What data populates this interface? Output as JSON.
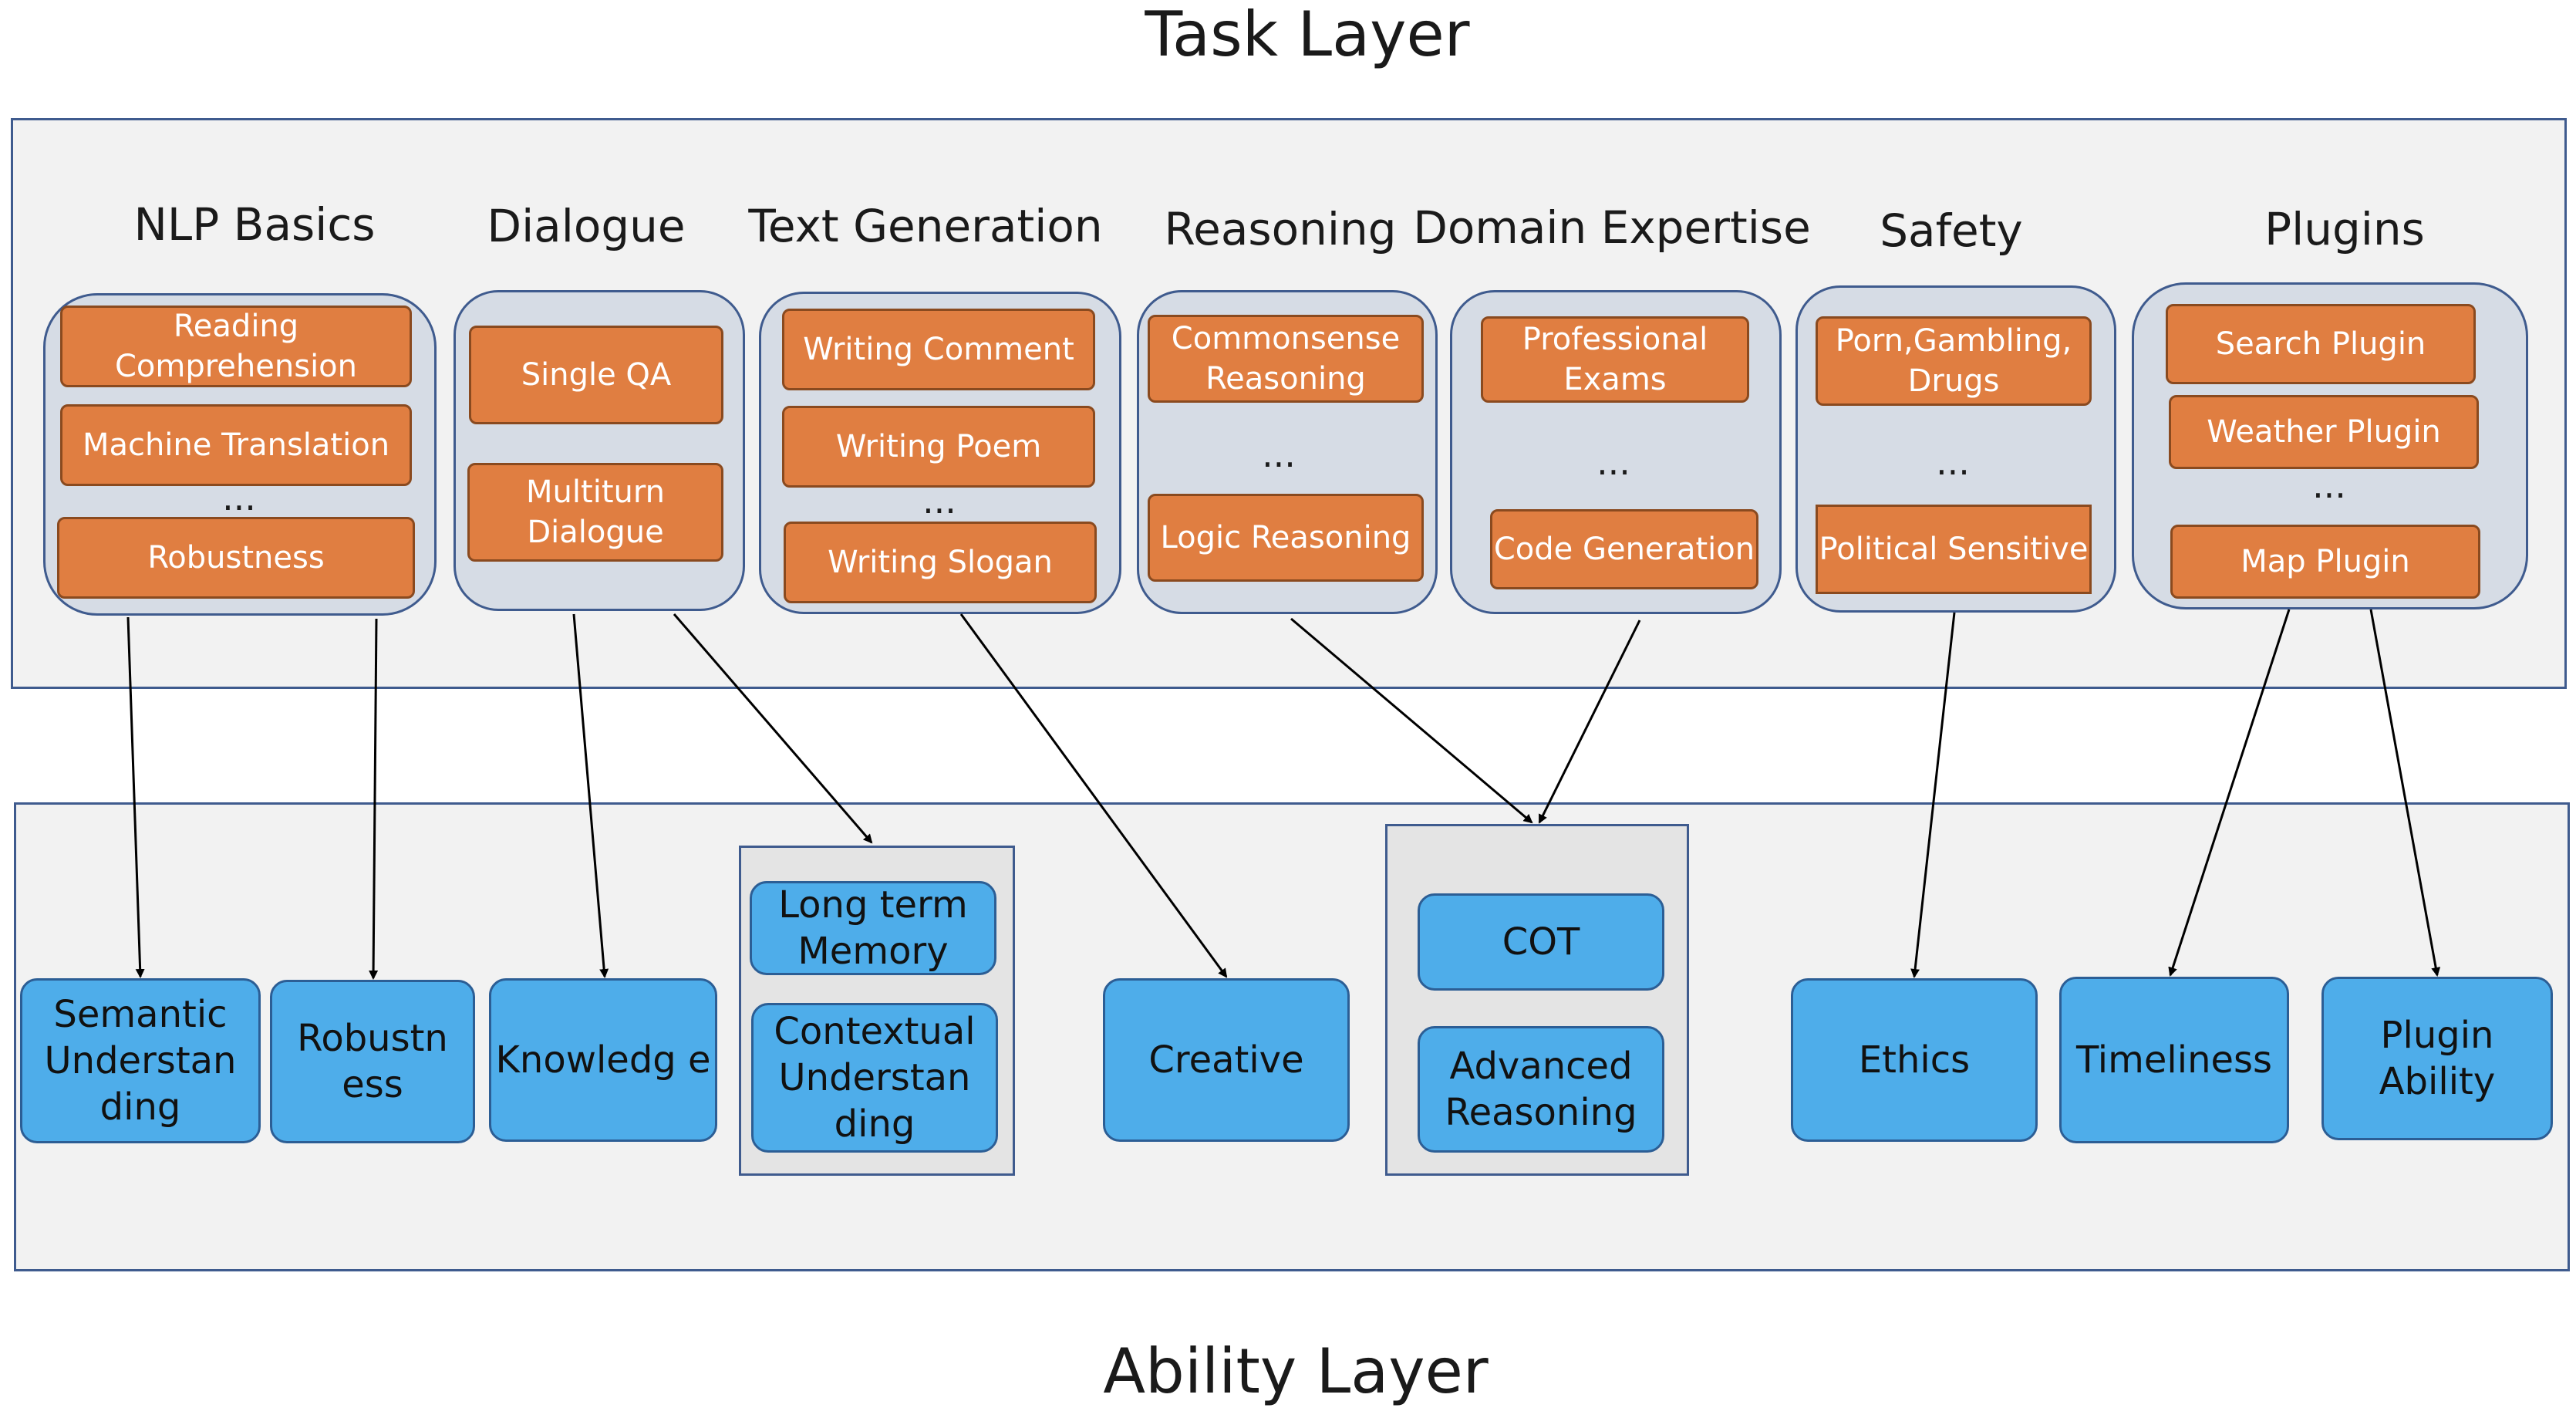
{
  "task_layer_title": "Task Layer",
  "ability_layer_title": "Ability Layer",
  "categories": {
    "nlp_basics": {
      "title": "NLP Basics",
      "items": [
        "Reading Comprehension",
        "Machine Translation",
        "Robustness"
      ],
      "ellipsis": "..."
    },
    "dialogue": {
      "title": "Dialogue",
      "items": [
        "Single QA",
        "Multiturn Dialogue"
      ]
    },
    "text_generation": {
      "title": "Text Generation",
      "items": [
        "Writing Comment",
        "Writing Poem",
        "Writing Slogan"
      ],
      "ellipsis": "..."
    },
    "reasoning": {
      "title": "Reasoning",
      "items": [
        "Commonsense Reasoning",
        "Logic Reasoning"
      ],
      "ellipsis": "..."
    },
    "domain_expertise": {
      "title": "Domain Expertise",
      "items": [
        "Professional Exams",
        "Code Generation"
      ],
      "ellipsis": "..."
    },
    "safety": {
      "title": "Safety",
      "items": [
        "Porn,Gambling, Drugs",
        "Political Sensitive"
      ],
      "ellipsis": "..."
    },
    "plugins": {
      "title": "Plugins",
      "items": [
        "Search Plugin",
        "Weather Plugin",
        "Map Plugin"
      ],
      "ellipsis": "..."
    }
  },
  "abilities": {
    "semantic_understanding": "Semantic Understan ding",
    "robustness": "Robustn ess",
    "knowledge": "Knowledg e",
    "long_term_memory": "Long term Memory",
    "contextual_understanding": "Contextual Understan ding",
    "creative": "Creative",
    "cot": "COT",
    "advanced_reasoning": "Advanced Reasoning",
    "ethics": "Ethics",
    "timeliness": "Timeliness",
    "plugin_ability": "Plugin Ability"
  },
  "colors": {
    "task_fill": "#e07e41",
    "ability_fill": "#4eadea",
    "group_fill": "#d6dce5",
    "layer_fill": "#f2f2f2",
    "border": "#3f5b8e"
  }
}
